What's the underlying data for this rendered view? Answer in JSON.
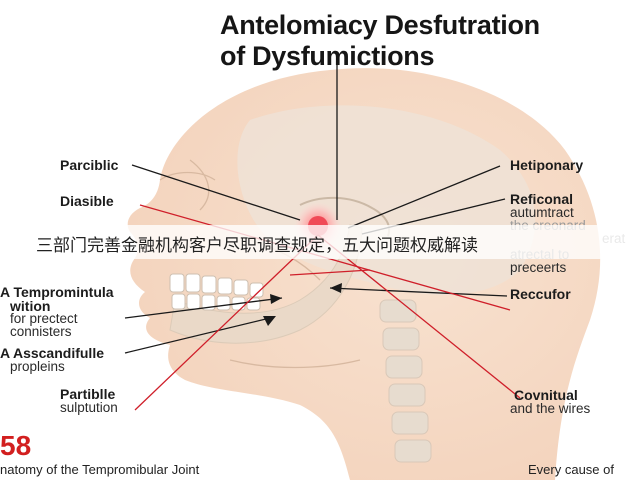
{
  "title": {
    "line1": "Antelomiacy Desfutration",
    "line2": "of Dysfumictions"
  },
  "labels": {
    "parciblic": "Parciblic",
    "diasible": "Diasible",
    "temprominitula_1": "A Tempromintula",
    "temprominitula_2": "wition",
    "temprominitula_3": "for prectect",
    "temprominitula_4": "connisters",
    "asscandifulle_1": "A Asscandifulle",
    "asscandifulle_2": "propleins",
    "partiblle_1": "Partiblle",
    "partiblle_2": "sulptution",
    "hetiponary": "Hetiponary",
    "reficonal": "Reficonal",
    "reficonal_sub_1": "autumtract",
    "reficonal_sub_2": "the creonard",
    "reficonal_sub_3": "erat",
    "reficonal_sub_4": "atrectal to",
    "reficonal_sub_5": "preceerts",
    "reccufor": "Reccufor",
    "covnitual_1": "Covnitual",
    "covnitual_2": "and the wires"
  },
  "banner": {
    "text": "三部门完善金融机构客户尽职调查规定，五大问题权威解读"
  },
  "footer": {
    "page_number": "58",
    "caption_left": "natomy of the Tempromibular Joint",
    "caption_right": "Every cause of"
  },
  "colors": {
    "skin": "#f6d9c4",
    "bone": "#e9ded3",
    "red_line": "#cf1f2a",
    "black_line": "#1a1a1a",
    "accent_red": "#d21f1f"
  }
}
